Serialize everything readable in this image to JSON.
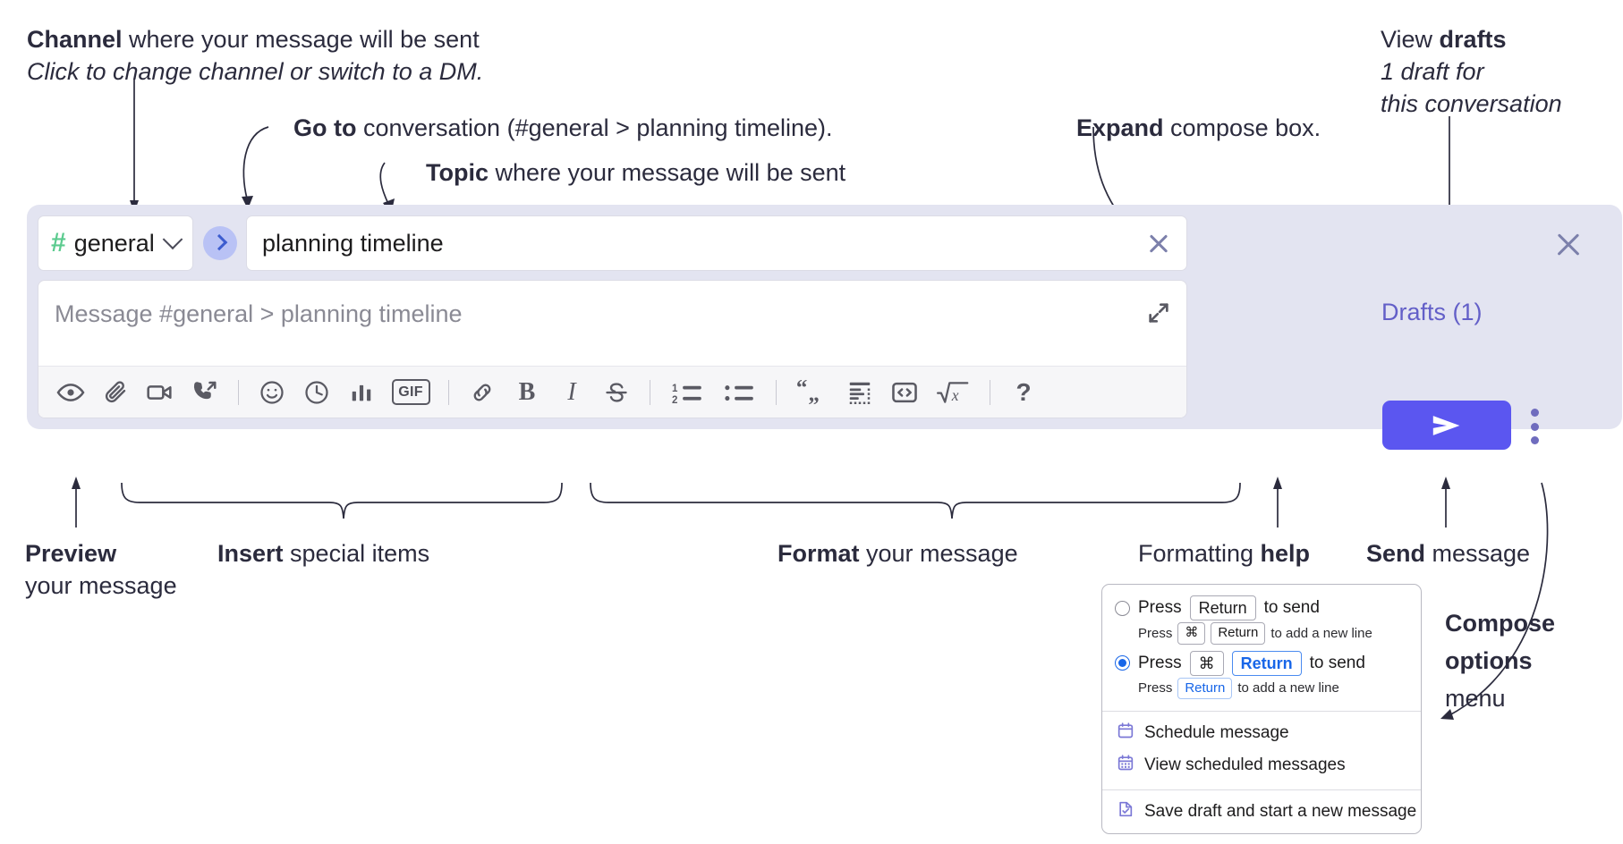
{
  "annotations": {
    "channel": {
      "bold": "Channel",
      "rest": " where your message will be sent",
      "italic": "Click to change channel or switch to a DM."
    },
    "goto": {
      "bold": "Go to",
      "rest": " conversation (#general > planning timeline)."
    },
    "topic": {
      "bold": "Topic",
      "rest": " where your message will be sent"
    },
    "expand": {
      "bold": "Expand",
      "rest": " compose box."
    },
    "drafts": {
      "bold_lead": "View ",
      "bold": "drafts",
      "italic1": "1 draft for",
      "italic2": "this conversation"
    },
    "preview": {
      "bold": "Preview",
      "rest": "your message"
    },
    "insert": {
      "bold": "Insert",
      "rest": " special items"
    },
    "format": {
      "bold": "Format",
      "rest": " your message"
    },
    "formatting_help": {
      "lead": "Formatting ",
      "bold": "help"
    },
    "send": {
      "bold": "Send",
      "rest": " message"
    },
    "compose_options": {
      "bold1": "Compose",
      "bold2": "options",
      "rest": "menu"
    }
  },
  "compose": {
    "channel_chip": {
      "hash": "#",
      "name": "general",
      "icon": "chevron-down-icon"
    },
    "go_button_icon": "chevron-right-icon",
    "topic_value": "planning timeline",
    "topic_clear_icon": "close-icon",
    "message_placeholder": "Message #general > planning timeline",
    "expand_icon": "expand-diagonal-icon",
    "toolbar": [
      {
        "name": "preview-message-button",
        "icon": "eye-icon"
      },
      {
        "name": "attach-file-button",
        "icon": "paperclip-icon"
      },
      {
        "name": "record-video-clip-button",
        "icon": "video-camera-icon"
      },
      {
        "name": "record-audio-clip-button",
        "icon": "phone-arrow-icon"
      },
      {
        "name": "separator-1",
        "icon": "divider"
      },
      {
        "name": "emoji-button",
        "icon": "smiley-icon"
      },
      {
        "name": "reminder-button",
        "icon": "clock-icon"
      },
      {
        "name": "poll-button",
        "icon": "bar-chart-icon"
      },
      {
        "name": "gif-button",
        "icon": "gif-icon",
        "label": "GIF"
      },
      {
        "name": "separator-2",
        "icon": "divider"
      },
      {
        "name": "link-button",
        "icon": "link-icon"
      },
      {
        "name": "bold-button",
        "icon": "bold-icon",
        "label": "B"
      },
      {
        "name": "italic-button",
        "icon": "italic-icon",
        "label": "I"
      },
      {
        "name": "strikethrough-button",
        "icon": "strikethrough-icon",
        "label": "S"
      },
      {
        "name": "separator-3",
        "icon": "divider"
      },
      {
        "name": "ordered-list-button",
        "icon": "ordered-list-icon"
      },
      {
        "name": "bulleted-list-button",
        "icon": "bulleted-list-icon"
      },
      {
        "name": "separator-4",
        "icon": "divider"
      },
      {
        "name": "blockquote-button",
        "icon": "quote-icon"
      },
      {
        "name": "code-block-button",
        "icon": "code-block-icon"
      },
      {
        "name": "inline-code-button",
        "icon": "angle-brackets-icon"
      },
      {
        "name": "math-button",
        "icon": "square-root-x-icon"
      },
      {
        "name": "separator-5",
        "icon": "divider"
      },
      {
        "name": "formatting-help-button",
        "icon": "question-mark-icon",
        "label": "?"
      }
    ]
  },
  "right_pane": {
    "close_icon": "close-icon",
    "drafts_label": "Drafts (1)",
    "send_icon": "paper-plane-icon",
    "kebab_icon": "kebab-menu-icon"
  },
  "menu": {
    "options": [
      {
        "selected": false,
        "line_pre": "Press",
        "key": "Return",
        "line_post": "to send",
        "sub_pre": "Press",
        "sub_key1": "⌘",
        "sub_key2": "Return",
        "sub_post": "to add a new line"
      },
      {
        "selected": true,
        "line_pre": "Press",
        "key1": "⌘",
        "key2": "Return",
        "line_post": "to send",
        "sub_pre": "Press",
        "sub_key1": "Return",
        "sub_post": "to add a new line"
      }
    ],
    "items": [
      {
        "label": "Schedule message",
        "icon": "calendar-icon"
      },
      {
        "label": "View scheduled messages",
        "icon": "calendar-grid-icon"
      },
      {
        "label": "Save draft and start a new message",
        "icon": "file-check-icon"
      }
    ]
  },
  "colors": {
    "compose_bg": "#e3e4f1",
    "send_button": "#5b56f0",
    "drafts_link": "#635fc8",
    "hash_green": "#5ccb8f",
    "go_button_bg": "#b9c2f5",
    "radio_blue": "#1866e8",
    "text": "#2b2b3d"
  }
}
